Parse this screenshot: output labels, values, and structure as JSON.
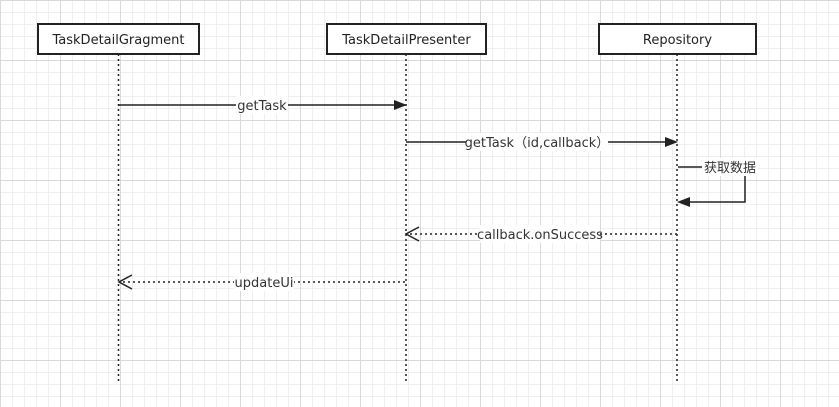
{
  "lifelines": {
    "fragment": "TaskDetailGragment",
    "presenter": "TaskDetailPresenter",
    "repository": "Repository"
  },
  "messages": {
    "get_task": "getTask",
    "get_task_with_args": "getTask（id,callback）",
    "fetch_data": "获取数据",
    "callback_on_success": "callback.onSuccess",
    "update_ui": "updateUi"
  },
  "colors": {
    "line": "#222222",
    "text": "#333333",
    "grid_major": "#d9d9d9",
    "grid_minor": "#efefef"
  }
}
